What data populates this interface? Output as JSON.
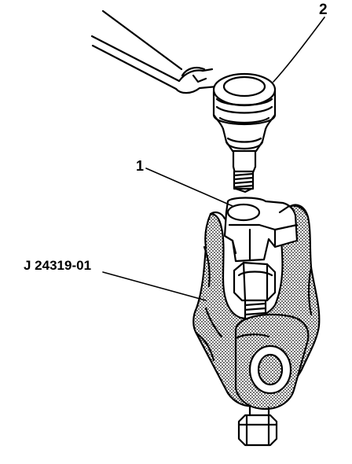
{
  "diagram": {
    "callouts": [
      {
        "id": "2",
        "text": "2",
        "refers_to": "ball-joint-stud-assembly"
      },
      {
        "id": "1",
        "text": "1",
        "refers_to": "tool-adapter-bore"
      },
      {
        "id": "tool",
        "text": "J 24319-01",
        "refers_to": "ball-joint-separator-tool"
      }
    ],
    "colors": {
      "ink": "#000000",
      "paper": "#ffffff",
      "stipple": "#000000"
    }
  }
}
